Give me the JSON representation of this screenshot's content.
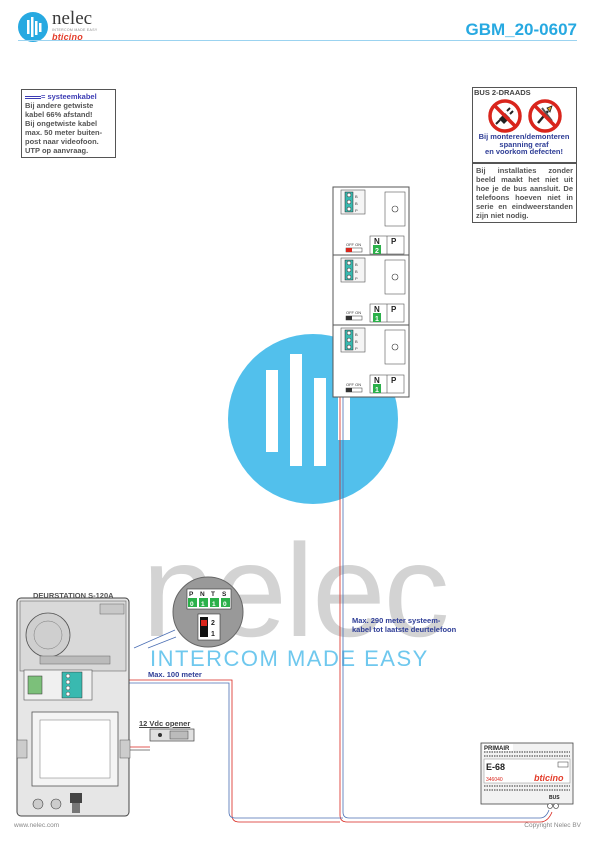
{
  "header": {
    "brand_word": "nelec",
    "brand_tag": "INTERCOM MADE EASY",
    "brand_partner": "bticino",
    "doc_code": "GBM_20-0607"
  },
  "notes": {
    "cable_title": "= systeemkabel",
    "cable_lines": [
      "Bij andere getwiste",
      "kabel 66% afstand!",
      "Bij ongetwiste kabel",
      "max. 50 meter buiten-",
      "post naar videofoon.",
      "UTP op aanvraag."
    ],
    "bus_title": "BUS 2-DRAADS",
    "bus_warning": [
      "Bij monteren/demonteren",
      "spanning eraf",
      "en voorkom defecten!"
    ],
    "installation_note": "Bij installaties zonder beeld maakt het niet uit hoe je de bus aansluit. De telefoons hoeven niet in serie en eindweerstanden zijn niet nodig."
  },
  "labels": {
    "door_station": "DEURSTATION S-120A",
    "max_100": "Max. 100 meter",
    "max_290_line1": "Max. 290 meter systeem-",
    "max_290_line2": "kabel tot laatste deurtelefoon",
    "opener": "12 Vdc opener",
    "footer_left": "www.nelec.com",
    "footer_right": "Copyright Nelec BV"
  },
  "phones": [
    {
      "terminals": [
        "B",
        "B",
        "P"
      ],
      "switch_label": "OFF ON",
      "n_label": "N",
      "p_label": "P",
      "n_value": "2"
    },
    {
      "terminals": [
        "B",
        "B",
        "P"
      ],
      "switch_label": "OFF ON",
      "n_label": "N",
      "p_label": "P",
      "n_value": "1"
    },
    {
      "terminals": [
        "B",
        "B",
        "P"
      ],
      "switch_label": "OFF ON",
      "n_label": "N",
      "p_label": "P",
      "n_value": "1"
    }
  ],
  "config_module": {
    "header": [
      "P",
      "N",
      "T",
      "S"
    ],
    "values": [
      "0",
      "1",
      "1",
      "0"
    ],
    "switch_values": [
      "2",
      "1"
    ]
  },
  "power_supply": {
    "label": "PRIMAIR",
    "model": "E-68",
    "code": "346040",
    "brand": "bticino",
    "bus_label": "BUS"
  },
  "colors": {
    "accent": "#27a9e1",
    "warning_red": "#d9251c",
    "text_blue": "#2e3d96",
    "terminal_green": "#2bb04a"
  }
}
